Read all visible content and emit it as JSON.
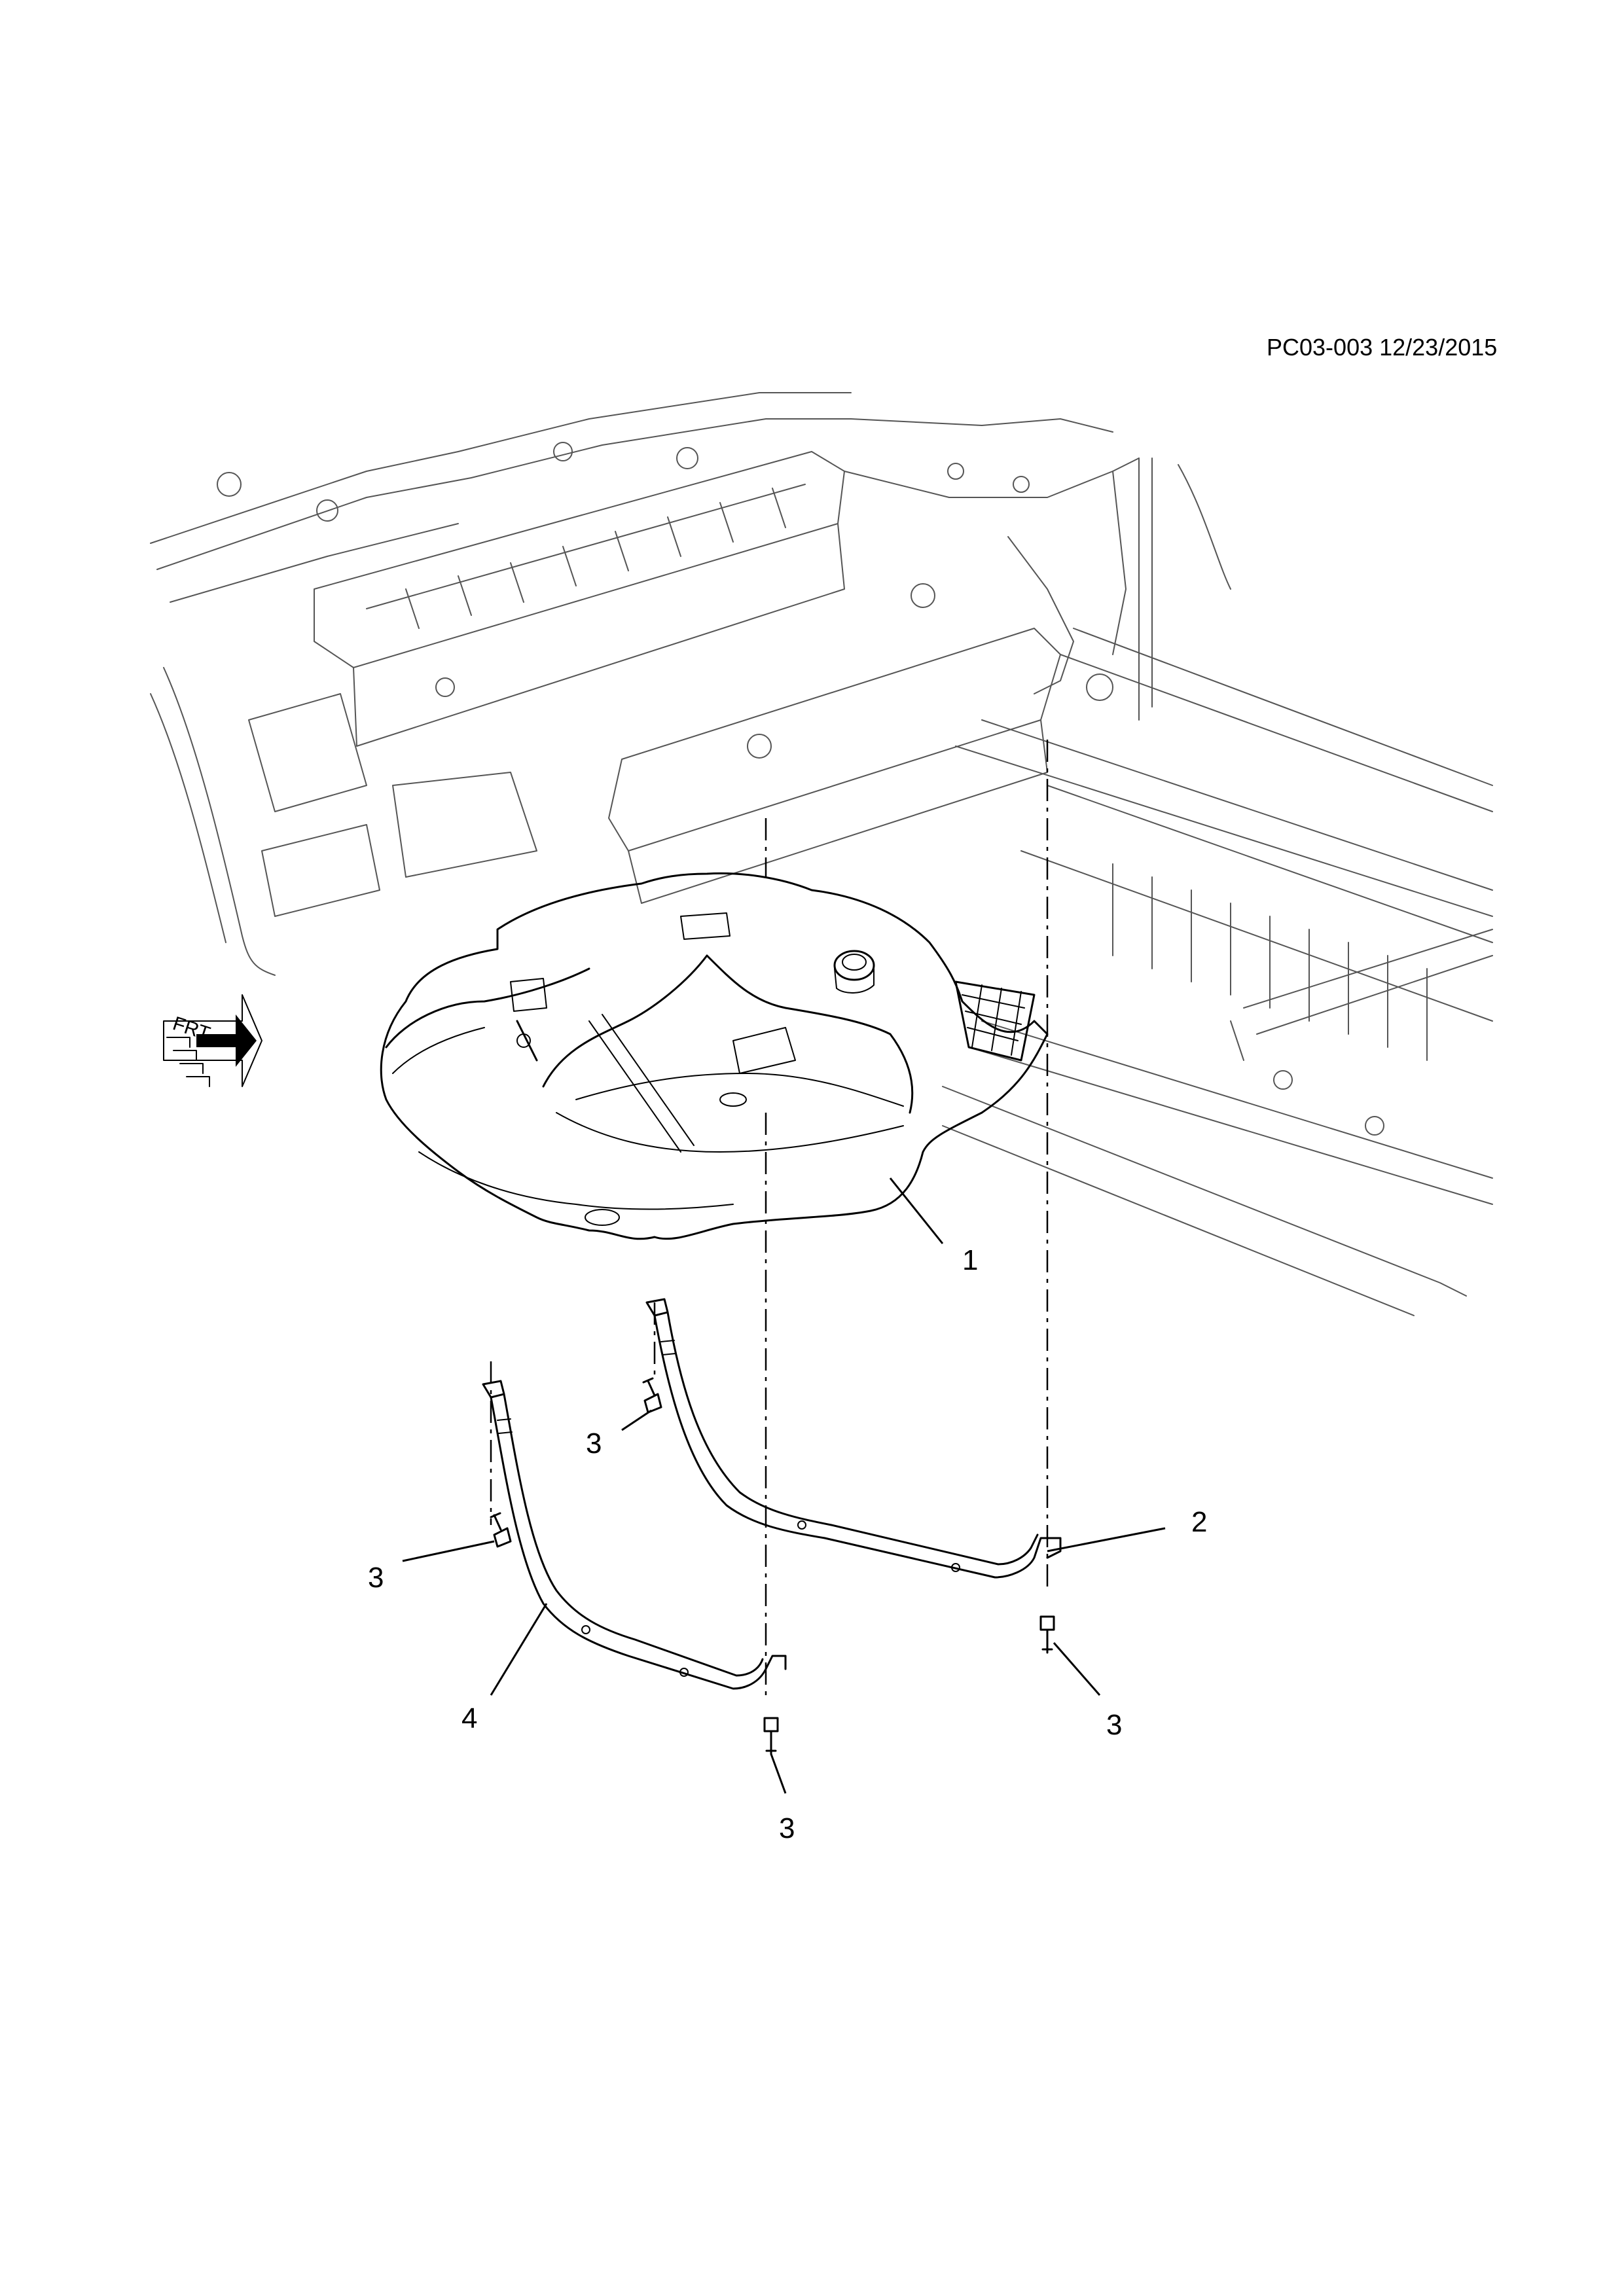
{
  "document": {
    "id_and_date": "PC03-003 12/23/2015"
  },
  "direction_indicator": {
    "label": "FRT"
  },
  "callouts": [
    {
      "number": "1"
    },
    {
      "number": "2"
    },
    {
      "number": "3"
    },
    {
      "number": "3"
    },
    {
      "number": "3"
    },
    {
      "number": "3"
    },
    {
      "number": "4"
    }
  ]
}
